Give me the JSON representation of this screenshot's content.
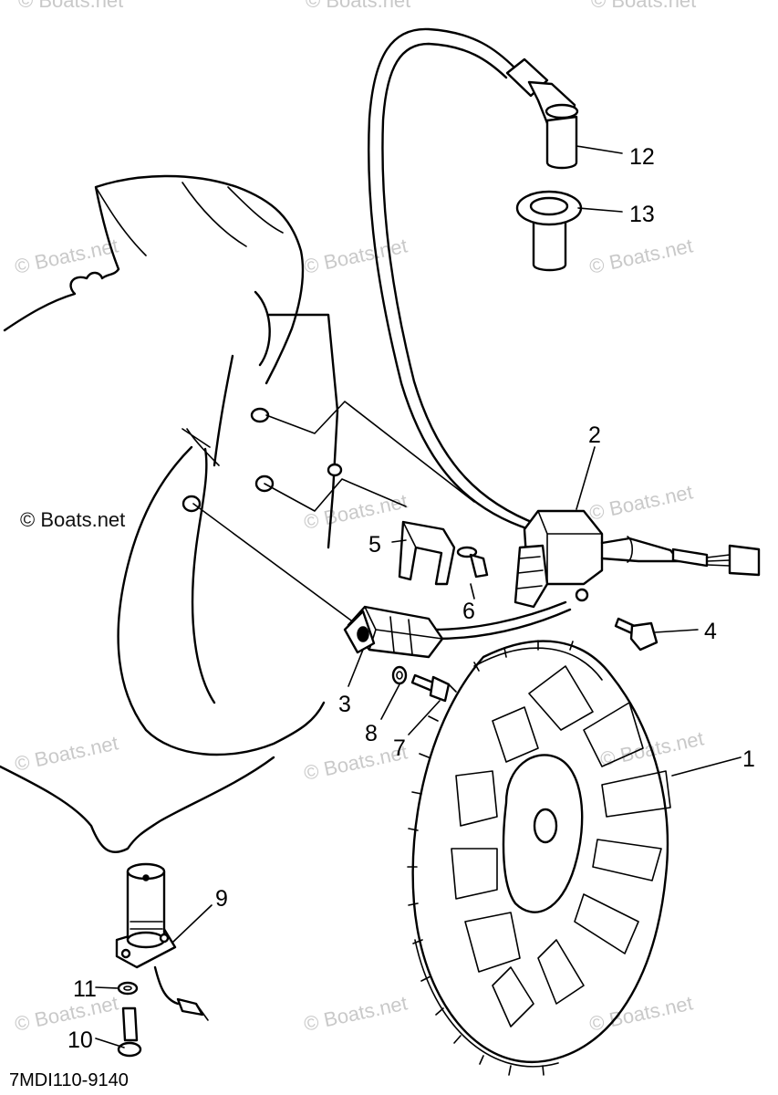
{
  "diagram_code": "7MDI110-9140",
  "watermark_text": "© Boats.net",
  "parts": [
    {
      "id": "flywheel",
      "callout": "1"
    },
    {
      "id": "ignition-coil",
      "callout": "2"
    },
    {
      "id": "charge-coil",
      "callout": "3"
    },
    {
      "id": "bolt-4",
      "callout": "4"
    },
    {
      "id": "clamp",
      "callout": "5"
    },
    {
      "id": "screw-6",
      "callout": "6"
    },
    {
      "id": "screw-7",
      "callout": "7"
    },
    {
      "id": "washer-8",
      "callout": "8"
    },
    {
      "id": "solenoid",
      "callout": "9"
    },
    {
      "id": "screw-10",
      "callout": "10"
    },
    {
      "id": "washer-11",
      "callout": "11"
    },
    {
      "id": "plug-cap",
      "callout": "12"
    },
    {
      "id": "grommet",
      "callout": "13"
    }
  ],
  "colors": {
    "line": "#000000",
    "background": "#ffffff",
    "watermark": "#c9c9c9"
  }
}
